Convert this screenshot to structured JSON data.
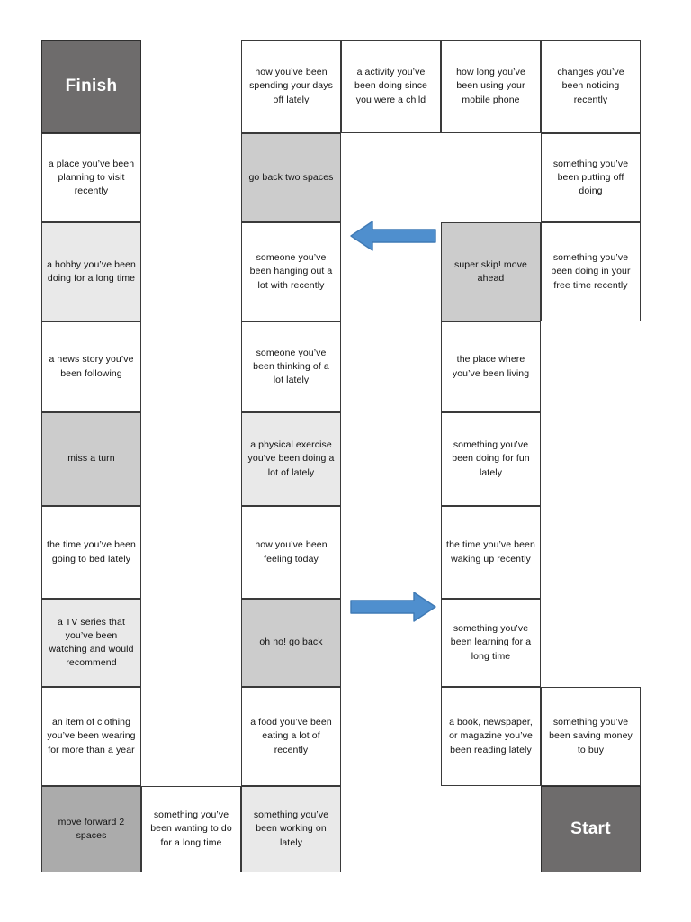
{
  "board": {
    "title_start": "Start",
    "title_finish": "Finish",
    "colors": {
      "endpoint_fill": "#6e6c6c",
      "shade_light": "#e9e9e9",
      "shade_mid": "#cccccc",
      "shade_dark": "#ababab",
      "cell_fill": "#ffffff",
      "border": "#3a3a3a",
      "arrow_fill": "#4f8fce",
      "arrow_stroke": "#3f7ab5"
    },
    "cells": [
      {
        "id": "finish",
        "text": "Finish",
        "style": "endpoint",
        "col": 0,
        "row": 0
      },
      {
        "id": "r1c0",
        "text": "a place you’ve been planning to visit recently",
        "style": "plain",
        "col": 0,
        "row": 1
      },
      {
        "id": "r2c0",
        "text": "a hobby you’ve been doing for a long time",
        "style": "light",
        "col": 0,
        "row": 2
      },
      {
        "id": "r3c0",
        "text": "a news story you’ve been following",
        "style": "plain",
        "col": 0,
        "row": 3
      },
      {
        "id": "r4c0",
        "text": "miss a turn",
        "style": "mid",
        "col": 0,
        "row": 4
      },
      {
        "id": "r5c0",
        "text": "the time you’ve been going to bed lately",
        "style": "plain",
        "col": 0,
        "row": 5
      },
      {
        "id": "r6c0",
        "text": "a TV series that you’ve been watching and would recommend",
        "style": "light",
        "col": 0,
        "row": 6
      },
      {
        "id": "r7c0",
        "text": "an item of clothing you’ve been wearing for more than a year",
        "style": "plain",
        "col": 0,
        "row": 7
      },
      {
        "id": "r8c0",
        "text": "move forward 2 spaces",
        "style": "dark",
        "col": 0,
        "row": 8
      },
      {
        "id": "r8c1",
        "text": "something you’ve been wanting to do for a long time",
        "style": "plain",
        "col": 1,
        "row": 8
      },
      {
        "id": "r0c2",
        "text": "how you’ve been spending your days off lately",
        "style": "plain",
        "col": 2,
        "row": 0
      },
      {
        "id": "r1c2",
        "text": "go back two spaces",
        "style": "mid",
        "col": 2,
        "row": 1
      },
      {
        "id": "r2c2",
        "text": "someone you’ve been hanging out a lot with recently",
        "style": "plain",
        "col": 2,
        "row": 2
      },
      {
        "id": "r3c2",
        "text": "someone you’ve been thinking of a lot lately",
        "style": "plain",
        "col": 2,
        "row": 3
      },
      {
        "id": "r4c2",
        "text": "a physical exercise you’ve been doing a lot of lately",
        "style": "light",
        "col": 2,
        "row": 4
      },
      {
        "id": "r5c2",
        "text": "how you’ve been feeling today",
        "style": "plain",
        "col": 2,
        "row": 5
      },
      {
        "id": "r6c2",
        "text": "oh no! go back",
        "style": "mid",
        "col": 2,
        "row": 6
      },
      {
        "id": "r7c2",
        "text": "a food you’ve been eating a lot of recently",
        "style": "plain",
        "col": 2,
        "row": 7
      },
      {
        "id": "r8c2",
        "text": "something you’ve been working on lately",
        "style": "light",
        "col": 2,
        "row": 8
      },
      {
        "id": "r0c3",
        "text": "a activity you’ve been doing since you were a child",
        "style": "plain",
        "col": 3,
        "row": 0
      },
      {
        "id": "r0c4",
        "text": "how long you’ve been using your mobile phone",
        "style": "plain",
        "col": 4,
        "row": 0
      },
      {
        "id": "r2c4",
        "text": "super skip! move ahead",
        "style": "mid",
        "col": 4,
        "row": 2
      },
      {
        "id": "r3c4",
        "text": "the place where you’ve been living",
        "style": "plain",
        "col": 4,
        "row": 3
      },
      {
        "id": "r4c4",
        "text": "something you’ve been doing for fun lately",
        "style": "plain",
        "col": 4,
        "row": 4
      },
      {
        "id": "r5c4",
        "text": "the time you’ve been waking up recently",
        "style": "plain",
        "col": 4,
        "row": 5
      },
      {
        "id": "r6c4",
        "text": "something you’ve been learning for a long time",
        "style": "plain",
        "col": 4,
        "row": 6
      },
      {
        "id": "r7c4",
        "text": "a book, newspaper, or magazine you’ve been reading lately",
        "style": "plain",
        "col": 4,
        "row": 7
      },
      {
        "id": "r0c5",
        "text": "changes you’ve been noticing recently",
        "style": "plain",
        "col": 5,
        "row": 0
      },
      {
        "id": "r1c5",
        "text": "something you’ve been putting off doing",
        "style": "plain",
        "col": 5,
        "row": 1
      },
      {
        "id": "r2c5",
        "text": "something you’ve been doing in your free time recently",
        "style": "plain",
        "col": 5,
        "row": 2
      },
      {
        "id": "r7c5",
        "text": "something you’ve been saving money to buy",
        "style": "plain",
        "col": 5,
        "row": 7
      },
      {
        "id": "start",
        "text": "Start",
        "style": "endpoint",
        "col": 5,
        "row": 8
      }
    ],
    "arrows": [
      {
        "id": "arrow-left",
        "direction": "left",
        "label": "go-back-arrow"
      },
      {
        "id": "arrow-right",
        "direction": "right",
        "label": "move-ahead-arrow"
      }
    ]
  }
}
